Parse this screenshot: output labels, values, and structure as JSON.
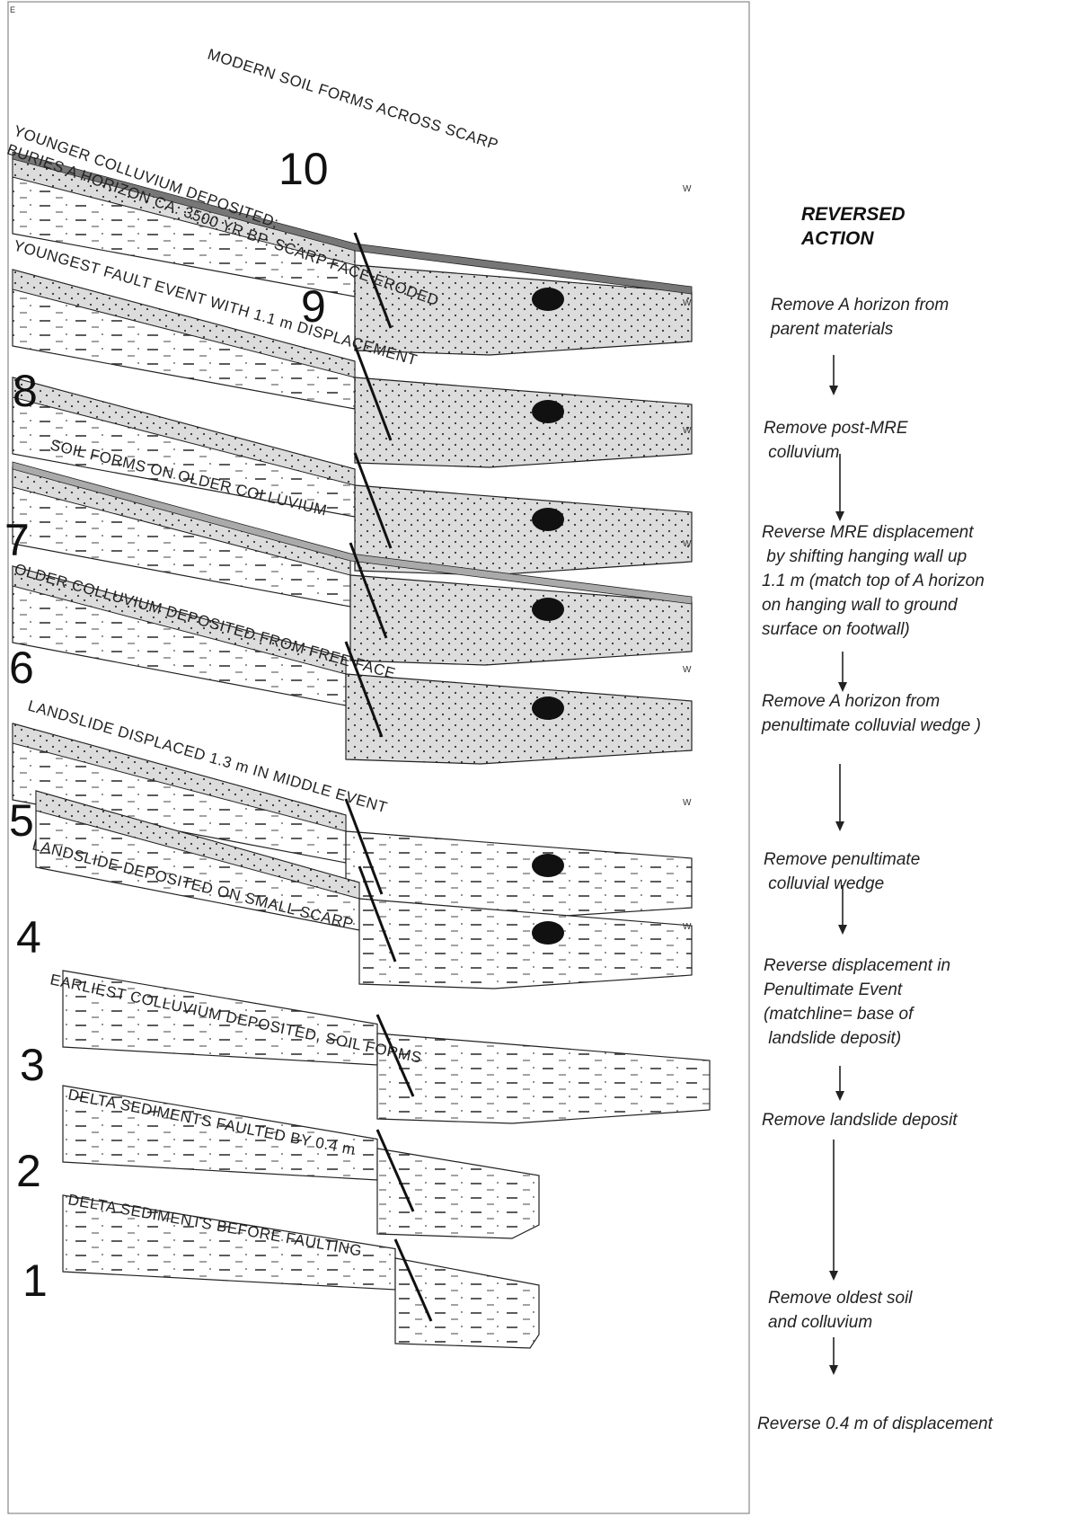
{
  "frame_corner_label": "E",
  "stages": [
    {
      "number": "10",
      "label_lines": [
        "MODERN SOIL FORMS ACROSS SCARP"
      ],
      "hanging_wall_marker": "W"
    },
    {
      "number": "9",
      "label_lines": [
        "YOUNGER COLLUVIUM DEPOSITED;",
        "BURIES A HORIZON CA. 3500 YR BP. SCARP FACE ERODED"
      ],
      "hanging_wall_marker": "W"
    },
    {
      "number": "8",
      "label_lines": [
        "YOUNGEST FAULT EVENT WITH 1.1 m DISPLACEMENT"
      ],
      "hanging_wall_marker": "W"
    },
    {
      "number": "7",
      "label_lines": [
        "SOIL FORMS ON OLDER COLLUVIUM"
      ],
      "hanging_wall_marker": "W"
    },
    {
      "number": "6",
      "label_lines": [
        "OLDER  COLLUVIUM DEPOSITED FROM FREE FACE"
      ],
      "hanging_wall_marker": "W"
    },
    {
      "number": "5",
      "label_lines": [
        "LANDSLIDE DISPLACED 1.3 m IN MIDDLE EVENT"
      ],
      "hanging_wall_marker": "W"
    },
    {
      "number": "4",
      "label_lines": [
        "LANDSLIDE DEPOSITED  ON SMALL SCARP"
      ],
      "hanging_wall_marker": "W"
    },
    {
      "number": "3",
      "label_lines": [
        "EARLIEST COLLUVIUM DEPOSITED, SOIL FORMS"
      ],
      "hanging_wall_marker": ""
    },
    {
      "number": "2",
      "label_lines": [
        "DELTA SEDIMENTS FAULTED BY 0.4 m"
      ],
      "hanging_wall_marker": ""
    },
    {
      "number": "1",
      "label_lines": [
        "DELTA SEDIMENTS BEFORE FAULTING"
      ],
      "hanging_wall_marker": ""
    }
  ],
  "reversed_action": {
    "title_lines": [
      "REVERSED",
      "ACTION"
    ],
    "steps": [
      {
        "lines": [
          "Remove A  horizon from",
          "parent materials"
        ]
      },
      {
        "lines": [
          "Remove post-MRE",
          " colluvium"
        ]
      },
      {
        "lines": [
          "Reverse MRE displacement",
          " by shifting hanging wall up",
          "1.1 m (match top of A horizon",
          "on hanging wall to ground",
          "surface on footwall)"
        ]
      },
      {
        "lines": [
          "Remove A  horizon from",
          "penultimate colluvial wedge )"
        ]
      },
      {
        "lines": [
          "Remove penultimate",
          " colluvial wedge"
        ]
      },
      {
        "lines": [
          "Reverse displacement in",
          "Penultimate Event",
          "(matchline= base of",
          " landslide deposit)"
        ]
      },
      {
        "lines": [
          "Remove landslide deposit"
        ]
      },
      {
        "lines": [
          "Remove oldest soil",
          "and colluvium"
        ]
      },
      {
        "lines": [
          "Reverse 0.4 m of displacement"
        ]
      }
    ]
  },
  "colors": {
    "modern_soil": "#777777",
    "buried_soil": "#aaaaaa",
    "colluvium_fill": "#dcdcdc",
    "landslide_block": "#111111",
    "line": "#222222",
    "frame": "#888888"
  }
}
